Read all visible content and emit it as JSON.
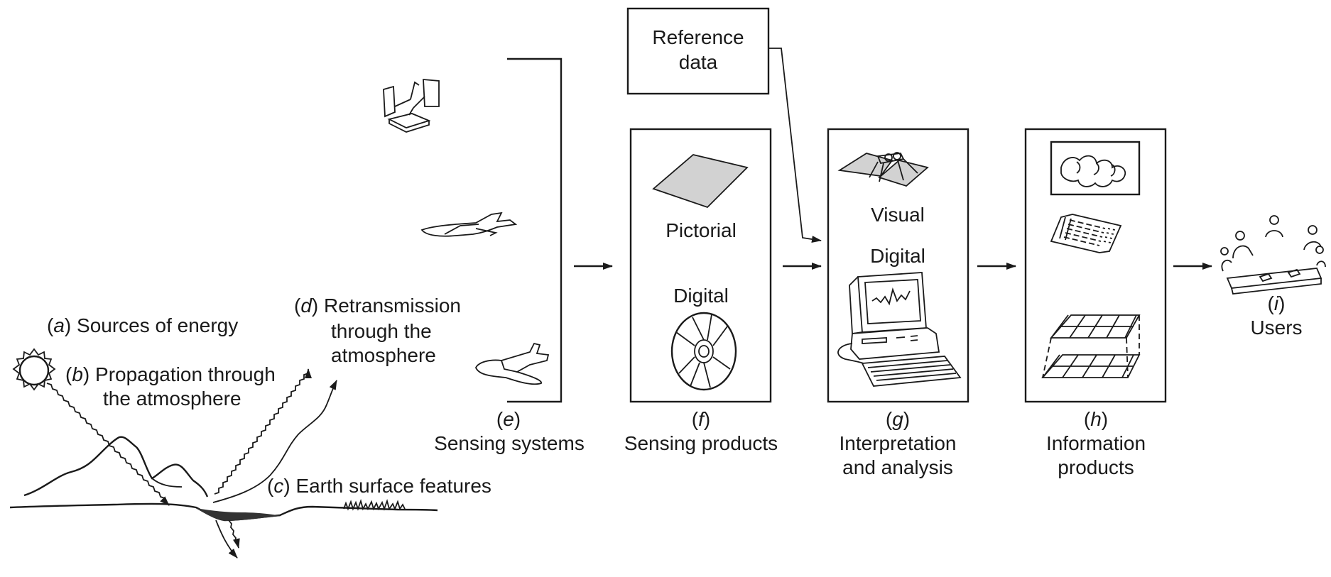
{
  "labels": {
    "a": {
      "letter": "a",
      "text": "Sources of energy"
    },
    "b": {
      "letter": "b",
      "text1": "Propagation through",
      "text2": "the atmosphere"
    },
    "c": {
      "letter": "c",
      "text": "Earth surface features"
    },
    "d": {
      "letter": "d",
      "text1": "Retransmission",
      "text2": "through the",
      "text3": "atmosphere"
    },
    "e": {
      "letter": "e",
      "text": "Sensing systems"
    },
    "f": {
      "letter": "f",
      "text": "Sensing products"
    },
    "g": {
      "letter": "g",
      "text1": "Interpretation",
      "text2": "and analysis"
    },
    "h": {
      "letter": "h",
      "text1": "Information",
      "text2": "products"
    },
    "i": {
      "letter": "i",
      "text": "Users"
    }
  },
  "reference": {
    "line1": "Reference",
    "line2": "data"
  },
  "products": {
    "pictorial": "Pictorial",
    "digital": "Digital"
  },
  "analysis": {
    "visual": "Visual",
    "digital": "Digital"
  },
  "icons": [
    "sun-icon",
    "mountain-icon",
    "satellite-icon",
    "jet-icon",
    "airplane-icon",
    "photo-sheet-icon",
    "cd-disc-icon",
    "stereoscope-icon",
    "computer-icon",
    "map-icon",
    "table-report-icon",
    "grid-layers-icon",
    "users-meeting-icon"
  ],
  "colors": {
    "ink": "#1a1a1a",
    "fill": "#d2d2d2",
    "background": "#ffffff"
  }
}
